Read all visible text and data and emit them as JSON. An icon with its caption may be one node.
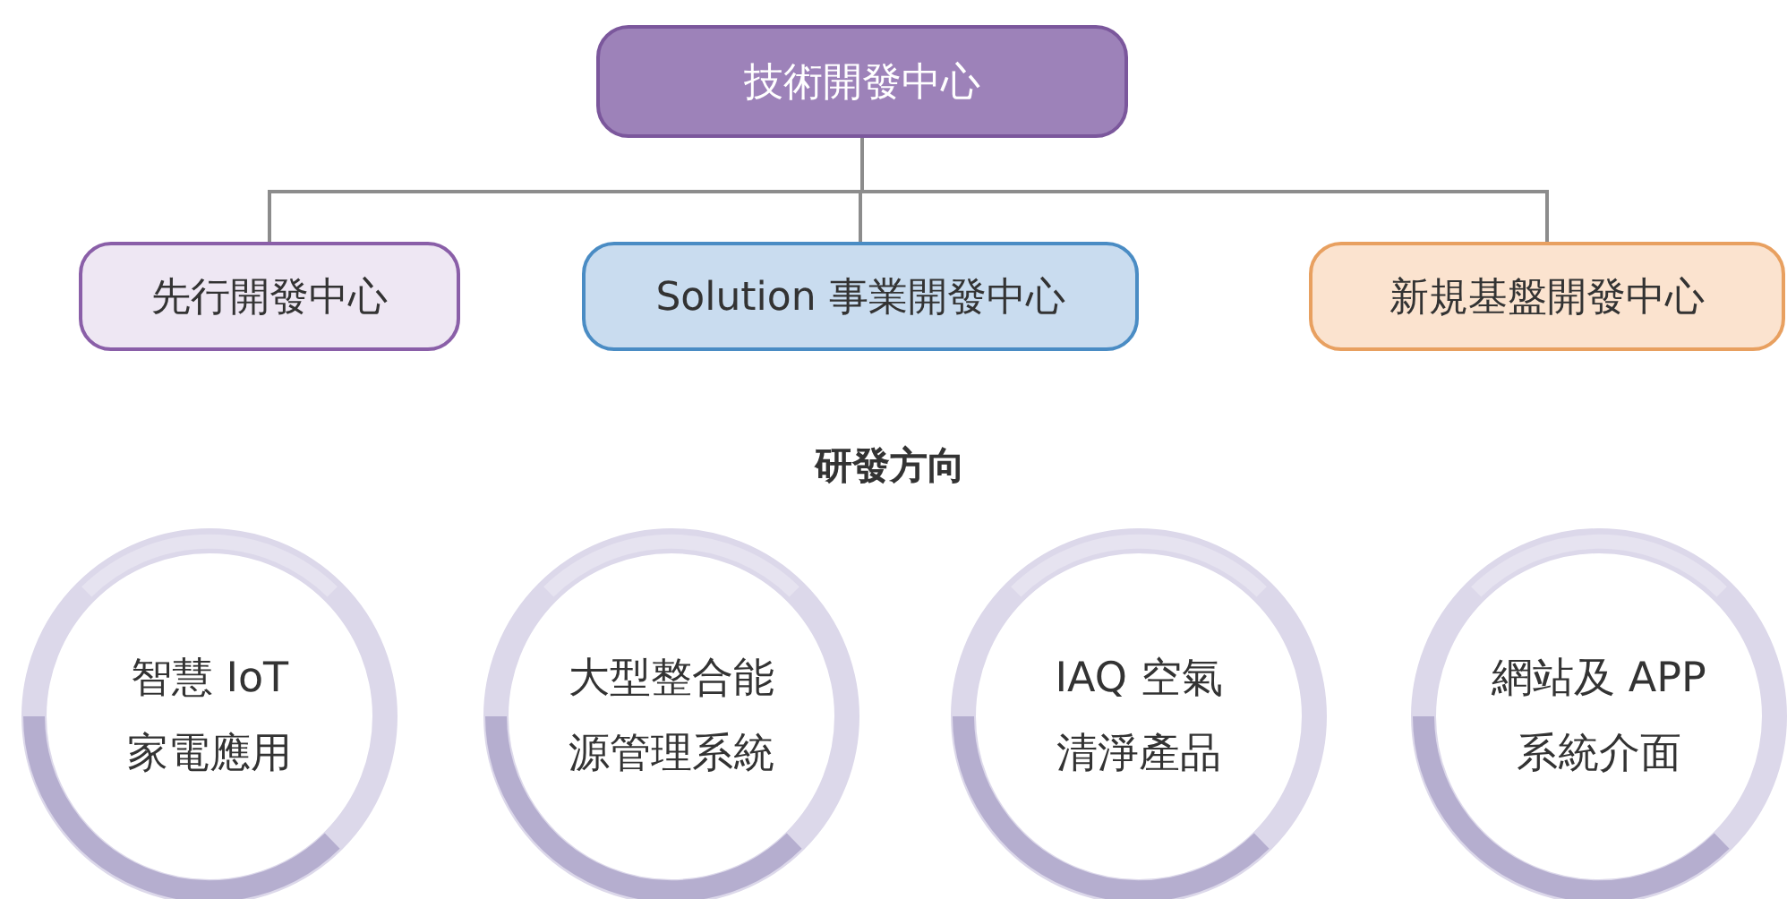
{
  "diagram": {
    "nodes": [
      {
        "text": [
          "技術開發中心"
        ]
      },
      {
        "text": [
          "先行開發中心"
        ]
      },
      {
        "text": [
          "Solution 事業開發中心"
        ]
      },
      {
        "text": [
          "新規基盤開發中心"
        ]
      },
      {
        "text": [
          "智慧 IoT家電應用"
        ]
      },
      {
        "text": [
          "大型整合能源管理系統"
        ]
      },
      {
        "text": [
          "IAQ 空氣清淨產品"
        ]
      },
      {
        "text": [
          "網站及 APP系統介面"
        ]
      }
    ],
    "edges": [
      {
        "from": 0,
        "to": 1,
        "arrow": "none"
      },
      {
        "from": 0,
        "to": 2,
        "arrow": "none"
      },
      {
        "from": 0,
        "to": 3,
        "arrow": "none"
      }
    ],
    "labels": [
      "研發方向"
    ]
  }
}
